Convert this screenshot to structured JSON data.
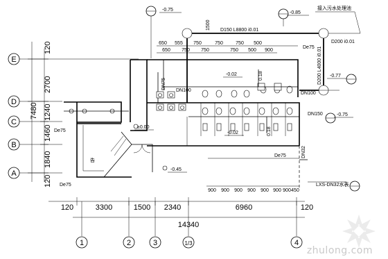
{
  "axes": {
    "rows": [
      "E",
      "D",
      "C",
      "B",
      "A"
    ],
    "columns": [
      "1",
      "2",
      "3",
      "1/3",
      "4"
    ]
  },
  "left_dims": {
    "segments": [
      "120",
      "2700",
      "1240",
      "1460",
      "1840",
      "120"
    ],
    "total": "7480"
  },
  "bottom_dims": {
    "segments": [
      "120",
      "3300",
      "1500",
      "2340",
      "6960",
      "120"
    ],
    "total": "14340"
  },
  "top_dims": {
    "row1": [
      "650",
      "555",
      "750",
      "750",
      "750",
      "500"
    ],
    "row2": [
      "650",
      "750",
      "750",
      "500",
      "900"
    ]
  },
  "interior_dims": [
    "900",
    "900",
    "900",
    "900",
    "900",
    "900",
    "900",
    "450"
  ],
  "pipe_labels": {
    "main_top": "D150  L8800  i0.01",
    "d200": "D200  i0.01",
    "vertical_1500": "1500",
    "right_vertical": "D200  L4000  i0.01",
    "dn100_left": "DN100",
    "dn100_right": "DN100",
    "dn150": "DN150",
    "dn75_top": "De75",
    "dn75_left": "De75",
    "dn75_bottom_left": "De75",
    "dn75_right": "De75",
    "dn75_vert": "DN75",
    "dn32": "DN32",
    "dim_118_a": "0.18",
    "dim_118_b": "0.18"
  },
  "elevations": {
    "top_left": "-0.75",
    "top_right": "-0.85",
    "right_upper": "-0.77",
    "right_lower": "-0.75",
    "mid_upper": "-0.02",
    "mid_lower": "-0.02",
    "floor": "±0.00",
    "low": "-0.45"
  },
  "notes": {
    "sewer_connection": "接入污水处理池",
    "water_meter": "LXS-DN32水表",
    "room_mark": "告"
  },
  "watermark": "zhulong.com"
}
